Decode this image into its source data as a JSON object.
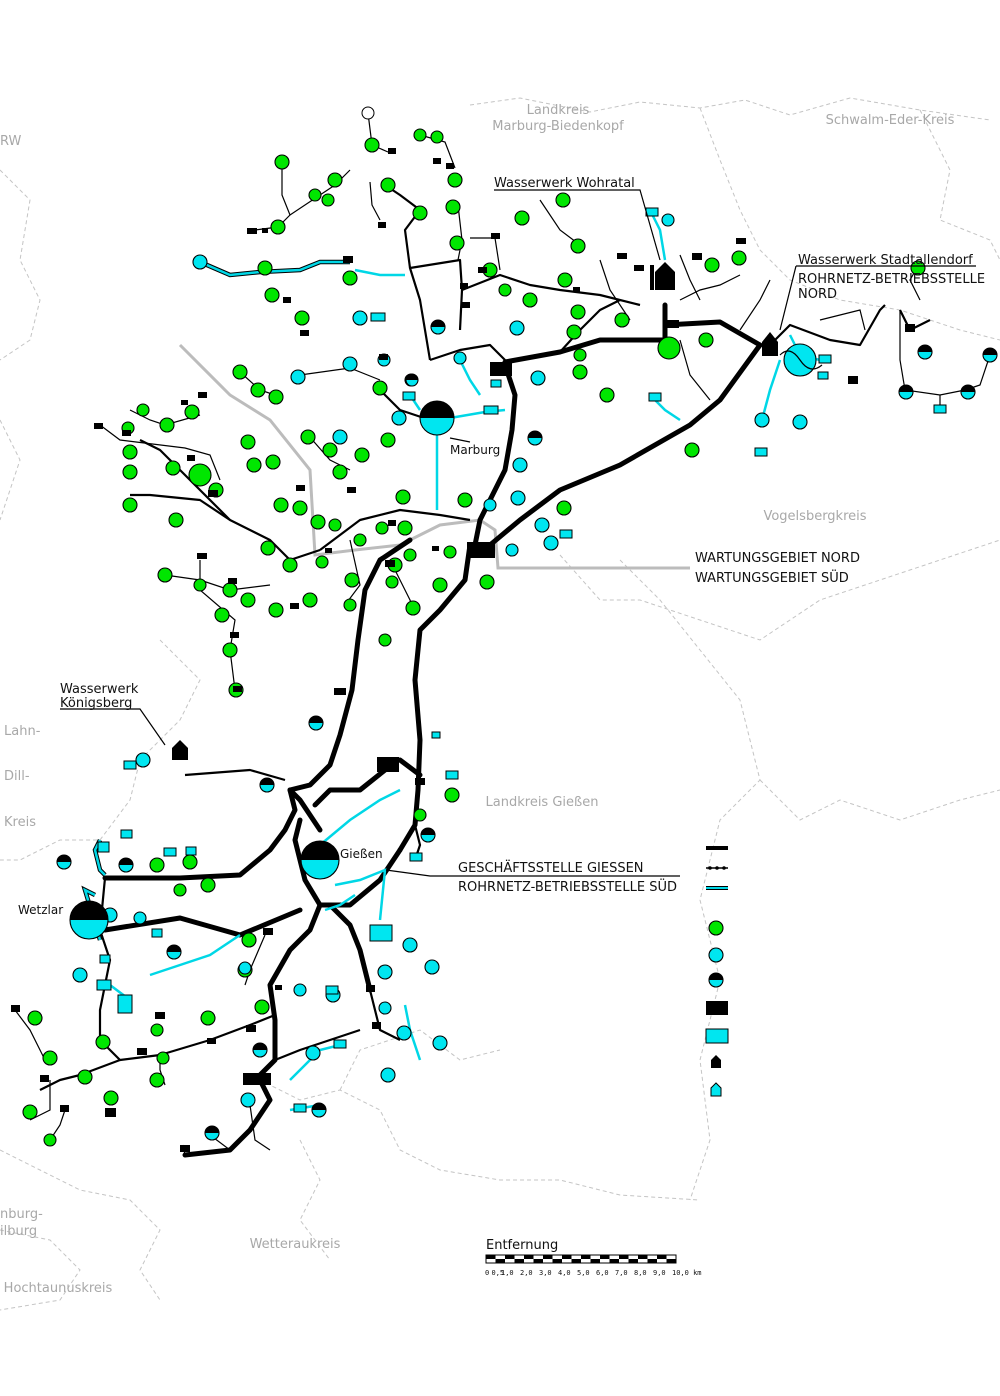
{
  "regions": {
    "marburg_biedenkopf_1": "Landkreis",
    "marburg_biedenkopf_2": "Marburg-Biedenkopf",
    "schwalm_eder": "Schwalm-Eder-Kreis",
    "vogelsberg": "Vogelsbergkreis",
    "giessen": "Landkreis Gießen",
    "lahn_dill_1": "Lahn-",
    "lahn_dill_2": "Dill-",
    "lahn_dill_3": "Kreis",
    "wetterau": "Wetteraukreis",
    "hochtaunus": "Hochtaunuskreis",
    "nrw": "RW",
    "limburg_1": "nburg-",
    "limburg_2": "ilburg"
  },
  "labels": {
    "wohratal": "Wasserwerk Wohratal",
    "stadtallendorf": "Wasserwerk Stadtallendorf",
    "rohrnetz_nord_1": "ROHRNETZ-BETRIEBSSTELLE",
    "rohrnetz_nord_2": "NORD",
    "marburg": "Marburg",
    "wartung_nord": "WARTUNGSGEBIET NORD",
    "wartung_sued": "WARTUNGSGEBIET SÜD",
    "koenigsberg_1": "Wasserwerk",
    "koenigsberg_2": "Königsberg",
    "giessen_city": "Gießen",
    "geschaeftsstelle": "GESCHÄFTSSTELLE GIESSEN",
    "rohrnetz_sued": "ROHRNETZ-BETRIEBSSTELLE SÜD",
    "wetzlar": "Wetzlar"
  },
  "scale": {
    "title": "Entfernung",
    "ticks": [
      "0",
      "0,5",
      "1,0",
      "2,0",
      "3,0",
      "4,0",
      "5,0",
      "6,0",
      "7,0",
      "8,0",
      "9,0",
      "10,0 km"
    ]
  },
  "legend": {
    "items": [
      "main-pipe",
      "thin-pipe",
      "cyan-pipe",
      "green-reservoir",
      "cyan-reservoir",
      "split-reservoir",
      "black-station",
      "cyan-station",
      "black-well",
      "cyan-well"
    ]
  },
  "colors": {
    "green": "#00e600",
    "cyan": "#00e6f0",
    "black": "#000000",
    "border": "#c4c4c4"
  }
}
